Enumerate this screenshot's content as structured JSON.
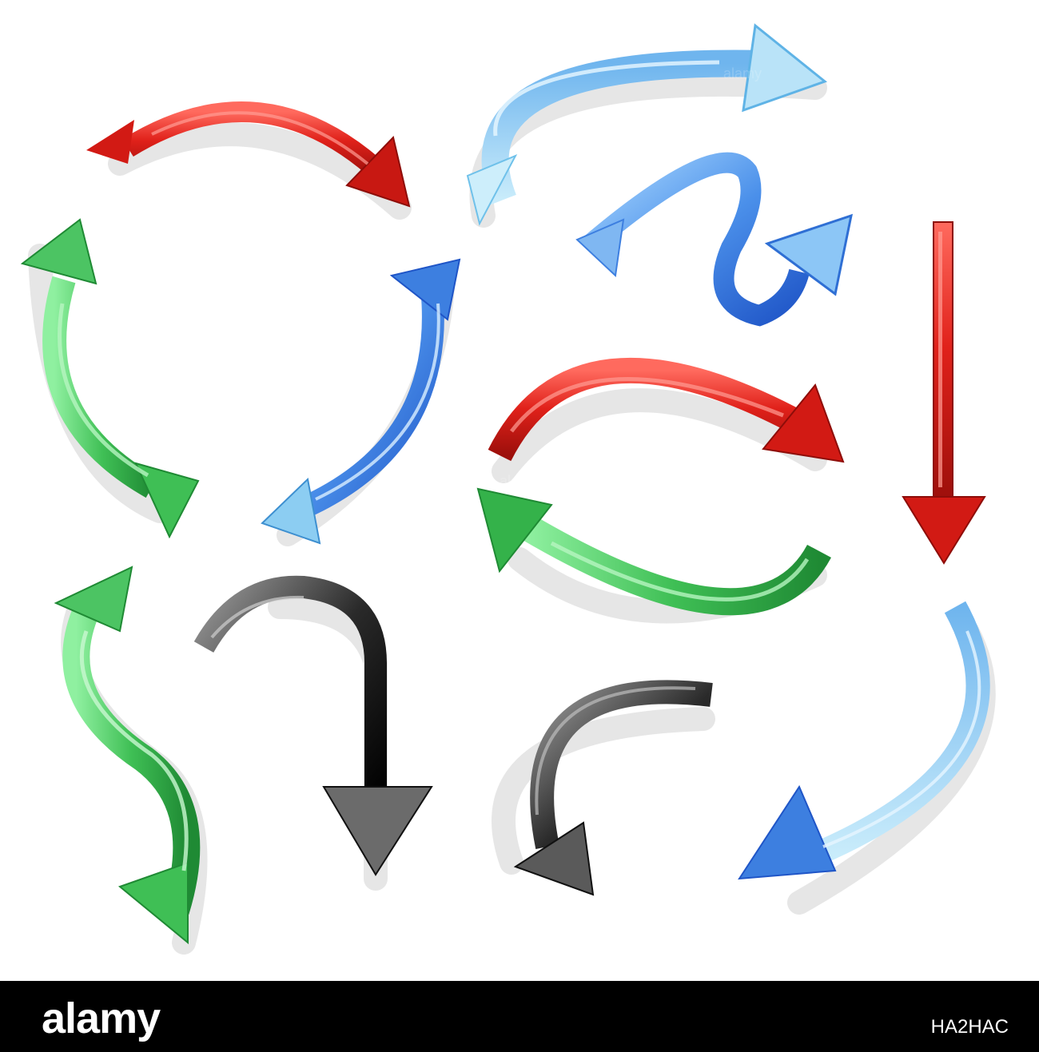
{
  "arrows": [
    {
      "name": "red-arc-arrow-top",
      "color": "red"
    },
    {
      "name": "light-blue-swoosh-arrow",
      "color": "light-blue"
    },
    {
      "name": "blue-zigzag-arrow",
      "color": "blue"
    },
    {
      "name": "red-straight-down-arrow",
      "color": "red"
    },
    {
      "name": "green-curved-up-arrow",
      "color": "green"
    },
    {
      "name": "blue-curved-down-left-arrow",
      "color": "blue"
    },
    {
      "name": "red-arc-arrow-right",
      "color": "red"
    },
    {
      "name": "green-curved-left-arrow",
      "color": "green"
    },
    {
      "name": "green-wavy-up-arrow",
      "color": "green"
    },
    {
      "name": "black-hook-down-arrow",
      "color": "black"
    },
    {
      "name": "black-curved-down-arrow",
      "color": "black"
    },
    {
      "name": "blue-curved-bottom-arrow",
      "color": "blue"
    }
  ],
  "colors": {
    "red": "#d21a14",
    "green": "#34b24a",
    "blue": "#3d7fe0",
    "light_blue": "#8ccdf2",
    "black": "#1a1a1a",
    "shadow": "#e3e3e3"
  },
  "footer": {
    "brand": "alamy",
    "stock_id": "HA2HAC"
  }
}
